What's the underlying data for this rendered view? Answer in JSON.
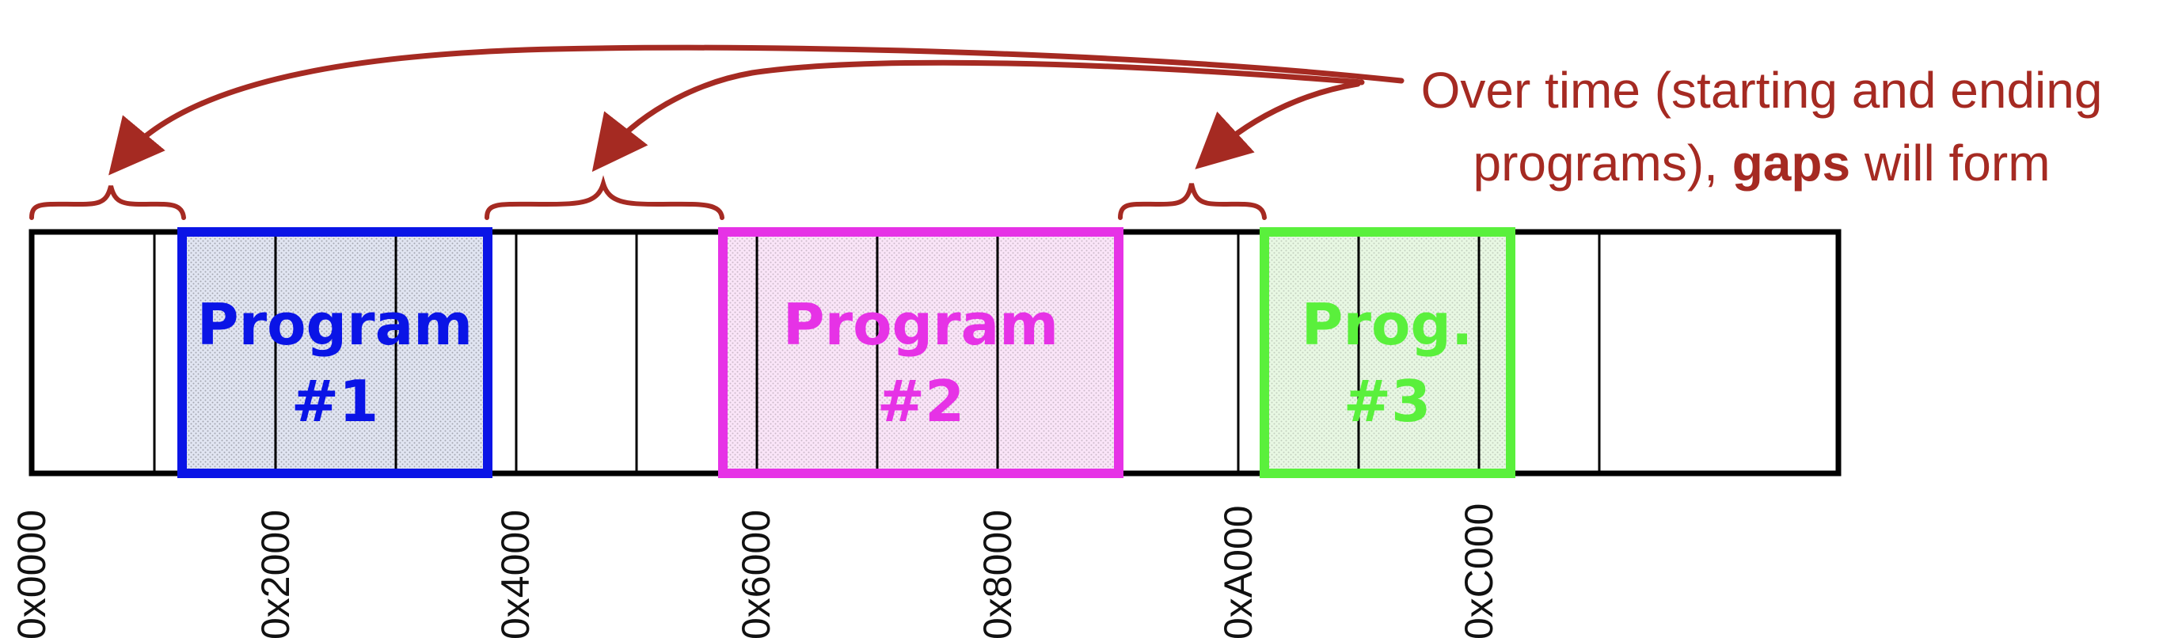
{
  "caption": {
    "line1": "Over time (starting and ending",
    "line2_before": "programs), ",
    "line2_bold": "gaps",
    "line2_after": " will form"
  },
  "programs": [
    {
      "line1": "Program",
      "line2": "#1",
      "color": "#0a14e6"
    },
    {
      "line1": "Program",
      "line2": "#2",
      "color": "#e632e6"
    },
    {
      "line1": "Prog.",
      "line2": "#3",
      "color": "#5af03c"
    }
  ],
  "addresses": [
    "0x0000",
    "0x2000",
    "0x4000",
    "0x6000",
    "0x8000",
    "0xA000",
    "0xC000"
  ],
  "colors": {
    "annotation": "#a52a22",
    "memory_outline": "#000000"
  }
}
